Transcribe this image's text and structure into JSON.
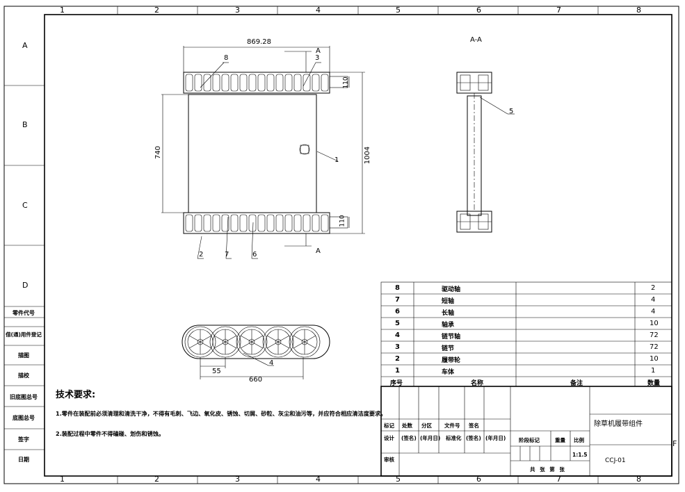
{
  "sheet": {
    "zones_top": [
      "1",
      "2",
      "3",
      "4",
      "5",
      "6",
      "7",
      "8"
    ],
    "zones_bottom": [
      "1",
      "2",
      "3",
      "4",
      "5",
      "6",
      "7",
      "8"
    ],
    "zones_left": [
      "A",
      "B",
      "C",
      "D"
    ],
    "zone_right": "F"
  },
  "side_labels": [
    "零件代号",
    "借(通)用件登记",
    "描图",
    "描校",
    "旧底图总号",
    "底图总号",
    "签字",
    "日期"
  ],
  "views": {
    "section_label": "A-A",
    "cut_label_top": "A",
    "cut_label_bottom": "A"
  },
  "dimensions": {
    "overall_length": "869.28",
    "inner_width": "740",
    "overall_width": "1004",
    "track_width_top": "110",
    "track_width_bottom": "110",
    "wheel_pitch": "55",
    "side_length": "660"
  },
  "balloons": {
    "top_view": [
      "8",
      "3",
      "1",
      "2",
      "7",
      "6"
    ],
    "section_view": "5",
    "side_view": "4"
  },
  "requirements": {
    "title": "技术要求:",
    "items": [
      "1.零件在装配前必须清理和清洗干净，不得有毛刺、飞边、氧化皮、锈蚀、切屑、砂粒、灰尘和油污等，并应符合相应清洁度要求。",
      "2.装配过程中零件不得磕碰、划伤和锈蚀。"
    ]
  },
  "bom": {
    "headers": [
      "序号",
      "名称",
      "备注",
      "数量"
    ],
    "rows": [
      {
        "no": "8",
        "name": "驱动轴",
        "note": "",
        "qty": "2"
      },
      {
        "no": "7",
        "name": "短轴",
        "note": "",
        "qty": "4"
      },
      {
        "no": "6",
        "name": "长轴",
        "note": "",
        "qty": "4"
      },
      {
        "no": "5",
        "name": "轴承",
        "note": "",
        "qty": "10"
      },
      {
        "no": "4",
        "name": "链节轴",
        "note": "",
        "qty": "72"
      },
      {
        "no": "3",
        "name": "链节",
        "note": "",
        "qty": "72"
      },
      {
        "no": "2",
        "name": "履带轮",
        "note": "",
        "qty": "10"
      },
      {
        "no": "1",
        "name": "车体",
        "note": "",
        "qty": "1"
      }
    ]
  },
  "title_block": {
    "row1": [
      "标记",
      "处数",
      "分区",
      "文件号",
      "签名"
    ],
    "row2": [
      "设计",
      "(签名)",
      "(年月日)",
      "标准化",
      "(签名)",
      "(年月日)"
    ],
    "row3": [
      "审核"
    ],
    "stage_label": "阶段标记",
    "weight_label": "重量",
    "scale_label": "比例",
    "scale_value": "1:1.5",
    "sheet_info": "共 张 第 张",
    "drawing_name": "除草机履带组件",
    "drawing_code": "CCJ-01"
  }
}
